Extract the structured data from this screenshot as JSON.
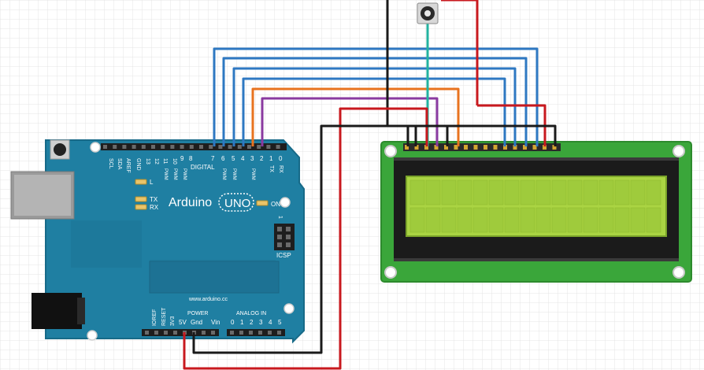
{
  "board": {
    "pin_labels_top": [
      "SCL",
      "SDA",
      "AREF",
      "GND",
      "13",
      "12",
      "11",
      "10",
      "9",
      "8",
      "7",
      "6",
      "5",
      "4",
      "3",
      "2",
      "1",
      "0"
    ],
    "pin_labels_top_extra": [
      "TX",
      "RX"
    ],
    "digital_label": "DIGITAL",
    "pwm_label": "PWM",
    "led_l": "L",
    "led_tx": "TX",
    "led_rx": "RX",
    "name": "Arduino",
    "model": "UNO",
    "on_label": "ON",
    "icsp_label": "ICSP",
    "icsp_pin1": "1",
    "website": "www.arduino.cc",
    "power_header_label": "POWER",
    "analog_header_label": "ANALOG IN",
    "power_pins": [
      "IOREF",
      "RESET",
      "3V3",
      "5V",
      "Gnd",
      "Vin"
    ],
    "analog_pins": [
      "0",
      "1",
      "2",
      "3",
      "4",
      "5"
    ]
  },
  "colors": {
    "board": "#1f7fa2",
    "lcd_pcb": "#3aa63a",
    "lcd_screen": "#aad443",
    "wire_blue": "#2e78c2",
    "wire_red": "#c8181e",
    "wire_black": "#1a1a1a",
    "wire_orange": "#e8731f",
    "wire_purple": "#8a3aa0",
    "wire_teal": "#23b3a0",
    "grid": "#e3e3e3"
  },
  "icons": {
    "potentiometer": "potentiometer-icon",
    "usb": "usb-connector-icon",
    "power_jack": "dc-jack-icon",
    "reset": "reset-button-icon"
  }
}
